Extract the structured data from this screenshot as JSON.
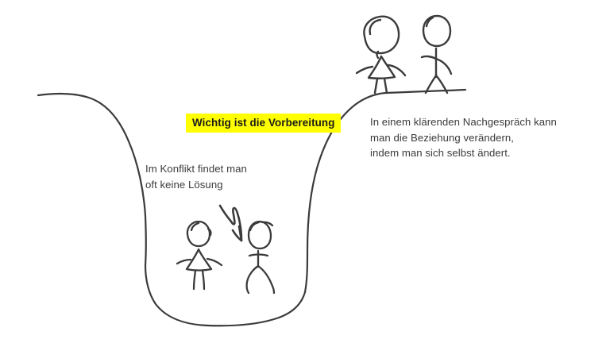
{
  "slide": {
    "background_color": "#ffffff",
    "ink_color": "#3b3b3b",
    "highlight_color": "#ffff00"
  },
  "annotations": {
    "highlight_note": "Wichtig ist die Vorbereitung",
    "valley_caption": "Im Konflikt findet man\noft keine Lösung",
    "hilltop_caption": "In einem klärenden Nachgespräch kann\nman die Beziehung verändern,\nindem man sich selbst ändert."
  },
  "figures": {
    "valley_female_label": "stick figure woman in conflict",
    "valley_male_label": "stick figure man in conflict",
    "hilltop_female_label": "stick figure woman on hilltop",
    "hilltop_male_label": "stick figure man on hilltop",
    "conflict_arrow_label": "zigzag conflict arrow"
  }
}
